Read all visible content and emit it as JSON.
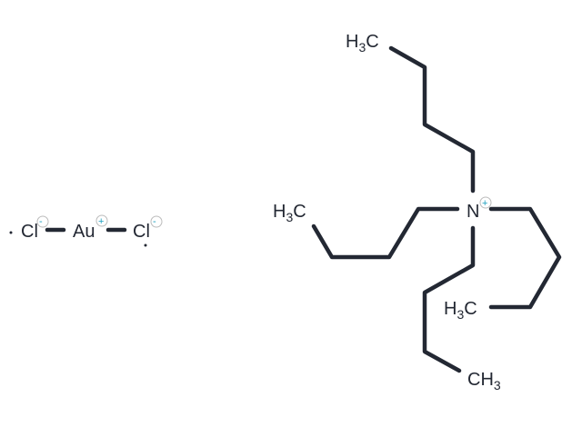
{
  "molecule": {
    "anion": {
      "atoms": [
        "Cl",
        "Au",
        "Cl"
      ],
      "charges": {
        "Cl": "-",
        "Au": "+"
      }
    },
    "cation": {
      "center": "N",
      "center_charge": "+",
      "labels": {
        "top": {
          "main": "H",
          "sub": "3",
          "tail": "C"
        },
        "left": {
          "main": "H",
          "sub": "3",
          "tail": "C"
        },
        "right": {
          "main": "H",
          "sub": "3",
          "tail": "C"
        },
        "bottom": {
          "main": "CH",
          "sub": "3",
          "tail": ""
        }
      }
    },
    "colors": {
      "bond": "#232833",
      "charge": "#1a9fbf"
    }
  }
}
